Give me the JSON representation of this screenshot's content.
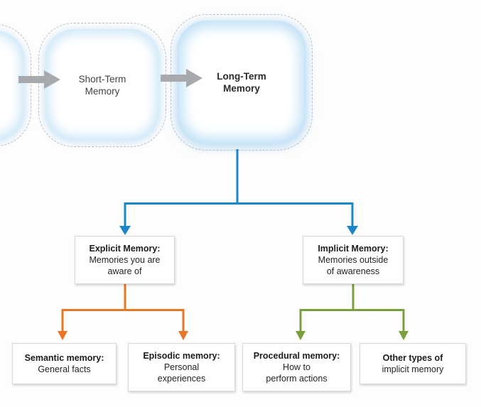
{
  "colors": {
    "blue": "#1b86c8",
    "orange": "#e87725",
    "green": "#7a9e3b",
    "gray_arrow": "#a7a9ac"
  },
  "flow": {
    "cells": [
      {
        "id": "short-term",
        "line1": "Short-Term",
        "line2": "Memory"
      },
      {
        "id": "long-term",
        "line1": "Long-Term",
        "line2": "Memory"
      }
    ]
  },
  "nodes": {
    "explicit": {
      "title": "Explicit Memory:",
      "line1": "Memories you are",
      "line2": "aware of"
    },
    "implicit": {
      "title": "Implicit Memory:",
      "line1": "Memories outside",
      "line2": "of awareness"
    },
    "semantic": {
      "title": "Semantic memory:",
      "line1": "General facts"
    },
    "episodic": {
      "title": "Episodic memory:",
      "line1": "Personal",
      "line2": "experiences"
    },
    "procedural": {
      "title": "Procedural memory:",
      "line1": "How to",
      "line2": "perform actions"
    },
    "other": {
      "title": "Other types of",
      "line1": "implicit memory"
    }
  }
}
